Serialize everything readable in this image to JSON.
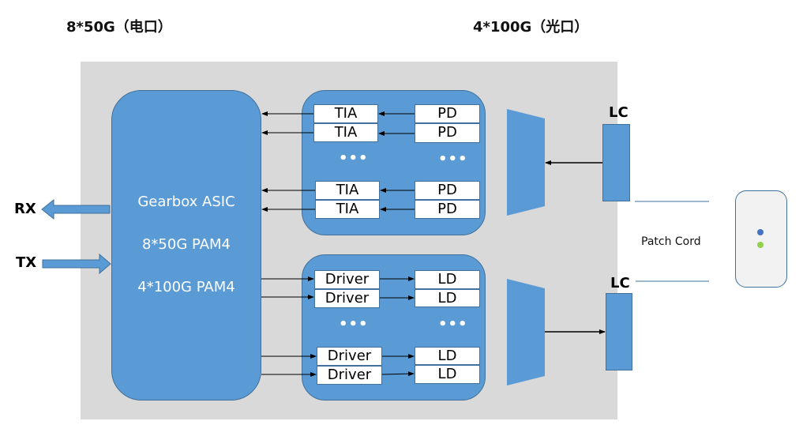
{
  "headers": {
    "electrical": "8*50G（电口）",
    "optical": "4*100G（光口）"
  },
  "asic": {
    "lines": [
      "Gearbox ASIC",
      "8*50G PAM4",
      "4*100G PAM4"
    ]
  },
  "rx_group": {
    "left_cells": [
      "TIA",
      "TIA",
      "TIA",
      "TIA"
    ],
    "right_cells": [
      "PD",
      "PD",
      "PD",
      "PD"
    ],
    "ellipsis": "•••"
  },
  "tx_group": {
    "left_cells": [
      "Driver",
      "Driver",
      "Driver",
      "Driver"
    ],
    "right_cells": [
      "LD",
      "LD",
      "LD",
      "LD"
    ],
    "ellipsis": "•••"
  },
  "connectors": {
    "top_label": "LC",
    "bottom_label": "LC"
  },
  "side_ports": {
    "rx_label": "RX",
    "tx_label": "TX"
  },
  "patch_cord_label": "Patch Cord",
  "colors": {
    "block_blue": "#5b9bd5",
    "border_blue": "#41719c",
    "panel_gray": "#d9d9d9",
    "led_blue": "#4472c4",
    "led_green": "#92d050"
  }
}
